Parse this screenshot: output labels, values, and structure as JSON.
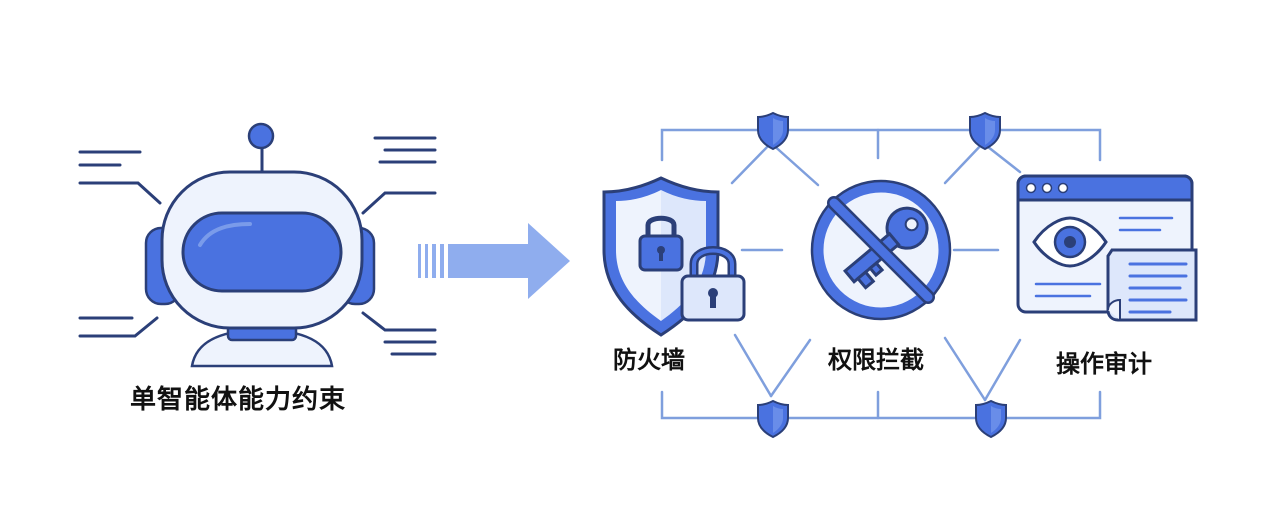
{
  "colors": {
    "outline": "#2b3f78",
    "blue": "#4a72e0",
    "light_blue": "#dde7fb",
    "pale": "#eef3fd",
    "network": "#7f9fdd",
    "arrow": "#8fadee"
  },
  "agent": {
    "caption": "单智能体能力约束",
    "icon": "robot-head-icon"
  },
  "arrow": {
    "icon": "arrow-right-icon"
  },
  "security": {
    "firewall": {
      "caption": "防火墙",
      "icon": "shield-lock-icon"
    },
    "permission": {
      "caption": "权限拦截",
      "icon": "no-key-icon"
    },
    "audit": {
      "caption": "操作审计",
      "icon": "browser-eye-document-icon"
    }
  }
}
